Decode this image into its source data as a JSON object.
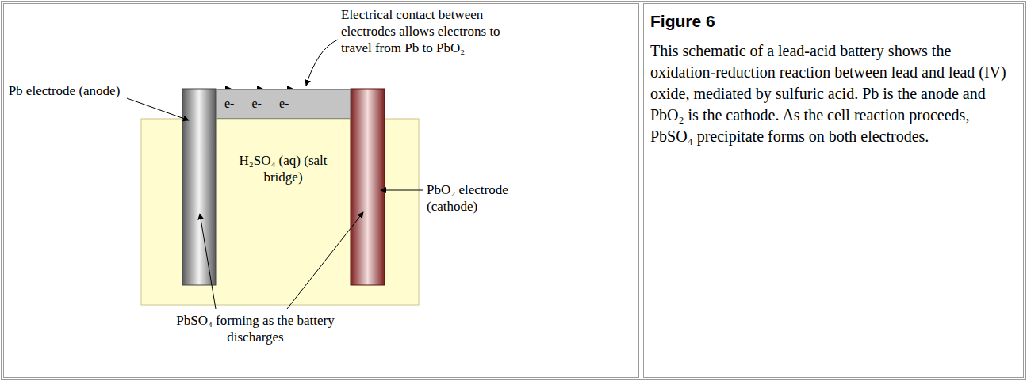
{
  "diagram": {
    "nodes": [
      {
        "text": [
          "H₂SO₄ (aq) (salt bridge)"
        ]
      },
      {
        "text": [
          "e-",
          "e-",
          "e-"
        ]
      },
      {
        "text": [
          "Figure 6",
          "This schematic of a lead-acid battery shows the oxidation-reduction reaction between lead and lead (IV) oxide, mediated by sulfuric acid. Pb is the anode and PbO₂ is the cathode. As the cell reaction proceeds, PbSO₄ precipitate forms on both electrodes."
        ]
      }
    ],
    "labels": [
      "Pb electrode (anode)",
      "Electrical contact between electrodes allows electrons to travel from Pb to PbO₂",
      "PbO₂ electrode (cathode)",
      "PbSO₄ forming as the battery discharges"
    ]
  }
}
